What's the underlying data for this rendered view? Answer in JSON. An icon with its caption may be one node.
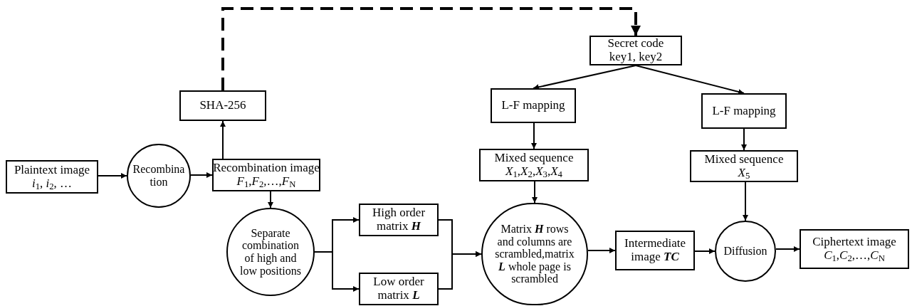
{
  "diagram": {
    "nodes": [
      {
        "text": [
          "Plaintext image",
          "*i*$_{1}$, *i*$_{2}$, …"
        ]
      },
      {
        "text": [
          "Recombina tion"
        ]
      },
      {
        "text": [
          "Recombination image",
          "*F*$_{1}$,*F*$_{2}$,…,*F*$_{N}$"
        ]
      },
      {
        "text": [
          "SHA-256"
        ]
      },
      {
        "text": [
          "Separate combination of high and low positions"
        ]
      },
      {
        "text": [
          "High order matrix **H**"
        ]
      },
      {
        "text": [
          "Low order matrix **L**"
        ]
      },
      {
        "text": [
          "Secret code key1, key2"
        ]
      },
      {
        "text": [
          "L-F mapping"
        ]
      },
      {
        "text": [
          "L-F mapping"
        ]
      },
      {
        "text": [
          "Mixed sequence",
          "*X*$_{1}$,*X*$_{2}$,*X*$_{3}$,*X*$_{4}$"
        ]
      },
      {
        "text": [
          "Mixed sequence",
          "*X*$_{5}$"
        ]
      },
      {
        "text": [
          "Matrix **H** rows and columns are scrambled,matrix **L** whole page is scrambled"
        ]
      },
      {
        "text": [
          "Intermediate image **TC**"
        ]
      },
      {
        "text": [
          "Diffusion"
        ]
      },
      {
        "text": [
          "Ciphertext image",
          "*C*$_{1}$,*C*$_{2}$,…,*C*$_{N}$"
        ]
      }
    ],
    "edges": [
      {
        "from": 0,
        "to": 1,
        "arrow": "to"
      },
      {
        "from": 1,
        "to": 2,
        "arrow": "to"
      },
      {
        "from": 2,
        "to": 3,
        "arrow": "to"
      },
      {
        "from": 2,
        "to": 4,
        "arrow": "to"
      },
      {
        "from": 3,
        "to": 7,
        "arrow": "to",
        "style": "dashed"
      },
      {
        "from": 4,
        "to": 5,
        "arrow": "to"
      },
      {
        "from": 4,
        "to": 6,
        "arrow": "to"
      },
      {
        "from": 5,
        "to": 12,
        "arrow": "to"
      },
      {
        "from": 6,
        "to": 12,
        "arrow": "to"
      },
      {
        "from": 7,
        "to": 8,
        "arrow": "to"
      },
      {
        "from": 7,
        "to": 9,
        "arrow": "to"
      },
      {
        "from": 8,
        "to": 10,
        "arrow": "to"
      },
      {
        "from": 9,
        "to": 11,
        "arrow": "to"
      },
      {
        "from": 10,
        "to": 12,
        "arrow": "to"
      },
      {
        "from": 11,
        "to": 14,
        "arrow": "to"
      },
      {
        "from": 12,
        "to": 13,
        "arrow": "to"
      },
      {
        "from": 13,
        "to": 14,
        "arrow": "to"
      },
      {
        "from": 14,
        "to": 15,
        "arrow": "to"
      }
    ]
  }
}
